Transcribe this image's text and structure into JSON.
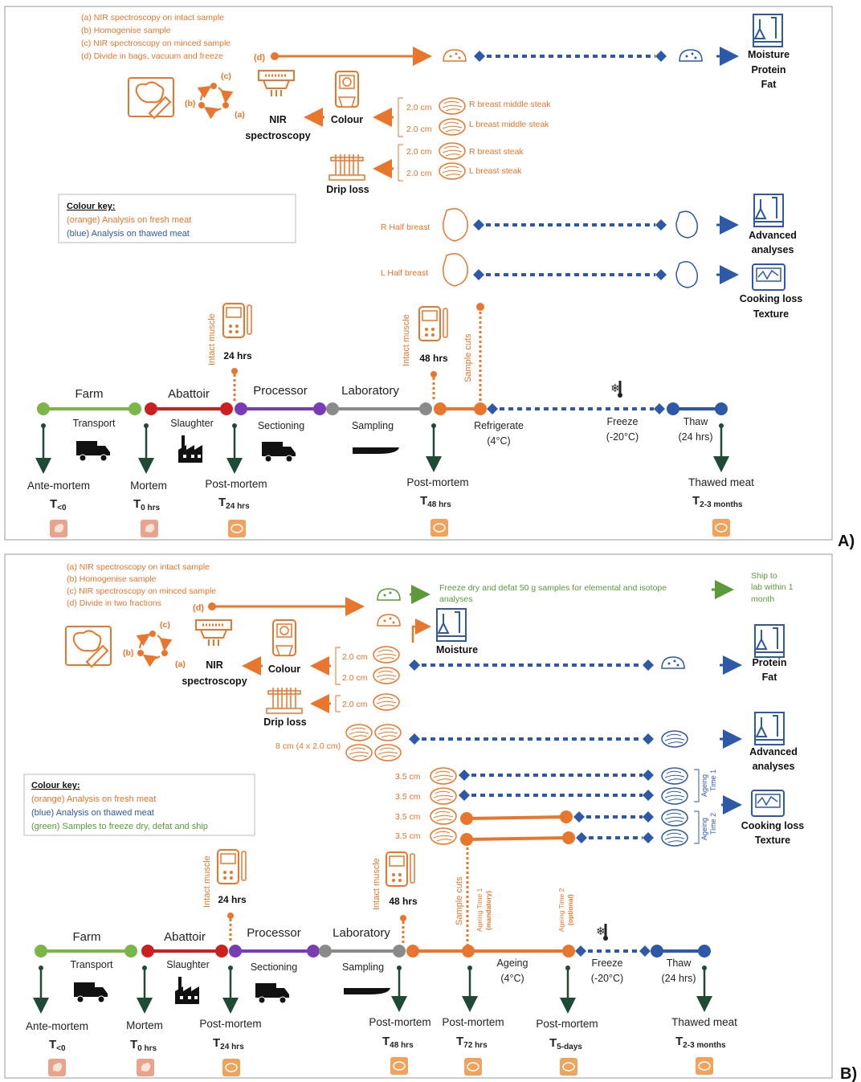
{
  "panels": [
    {
      "label": "A)",
      "legend_lines": [
        "(a) NIR spectroscopy on intact sample",
        "(b) Homogenise sample",
        "(c) NIR spectroscopy on minced sample",
        "(d) Divide in bags, vacuum and freeze"
      ],
      "d_label": "(d)",
      "moisture": [
        "Moisture",
        "Protein",
        "Fat"
      ],
      "nir": [
        "NIR",
        "spectroscopy"
      ],
      "colour": "Colour",
      "drip": "Drip loss",
      "cycle": {
        "a": "(a)",
        "b": "(b)",
        "c": "(c)"
      },
      "steaks": [
        {
          "thick": "2.0 cm",
          "name": "R breast middle steak"
        },
        {
          "thick": "2.0 cm",
          "name": "L breast middle steak"
        },
        {
          "thick": "2.0 cm",
          "name": "R breast steak"
        },
        {
          "thick": "2.0 cm",
          "name": "L breast steak"
        }
      ],
      "colour_key": {
        "title": "Colour key:",
        "lines": [
          "(orange) Analysis on fresh meat",
          "(blue) Analysis on thawed meat"
        ]
      },
      "halves": [
        "R Half breast",
        "L Half breast"
      ],
      "advanced": [
        "Advanced",
        "analyses"
      ],
      "cooking": [
        "Cooking loss",
        "Texture"
      ],
      "ph": [
        {
          "vert": "Intact muscle",
          "time": "24 hrs"
        },
        {
          "vert": "Intact muscle",
          "time": "48 hrs"
        }
      ],
      "sample_cuts": "Sample cuts",
      "stages": [
        "Farm",
        "Abattoir",
        "Processor",
        "Laboratory"
      ],
      "under": [
        "Transport",
        "Slaughter",
        "Sectioning",
        "Sampling"
      ],
      "refrigerate": [
        "Refrigerate",
        "(4°C)"
      ],
      "freeze": [
        "Freeze",
        "(-20°C)"
      ],
      "thaw": [
        "Thaw",
        "(24 hrs)"
      ],
      "bottom": [
        {
          "label": "Ante-mortem",
          "t": "T",
          "sub": "<0"
        },
        {
          "label": "Mortem",
          "t": "T",
          "sub": "0 hrs"
        },
        {
          "label": "Post-mortem",
          "t": "T",
          "sub": "24 hrs"
        },
        {
          "label": "Post-mortem",
          "t": "T",
          "sub": "48 hrs"
        },
        {
          "label": "Thawed meat",
          "t": "T",
          "sub": "2-3 months"
        }
      ]
    },
    {
      "label": "B)",
      "legend_lines": [
        "(a) NIR spectroscopy on intact sample",
        "(b) Homogenise sample",
        "(c) NIR spectroscopy on minced sample",
        "(d) Divide in two fractions"
      ],
      "d_label": "(d)",
      "green_text": [
        "Freeze dry and defat 50 g samples for elemental and isotope",
        "analyses"
      ],
      "ship": [
        "Ship to",
        "lab within 1",
        "month"
      ],
      "moisture": "Moisture",
      "protein_fat": [
        "Protein",
        "Fat"
      ],
      "nir": [
        "NIR",
        "spectroscopy"
      ],
      "colour": "Colour",
      "drip": "Drip loss",
      "cycle": {
        "a": "(a)",
        "b": "(b)",
        "c": "(c)"
      },
      "thick": [
        "2.0 cm",
        "2.0 cm",
        "2.0 cm"
      ],
      "eight": "8 cm (4 x 2.0 cm)",
      "ageing_cuts": [
        "3.5 cm",
        "3.5 cm",
        "3.5 cm",
        "3.5 cm"
      ],
      "ageing_t1": [
        "Ageing",
        "Time 1"
      ],
      "ageing_t2": [
        "Ageing",
        "Time 2"
      ],
      "colour_key": {
        "title": "Colour key:",
        "lines": [
          "(orange) Analysis on fresh meat",
          "(blue) Analysis on thawed meat",
          "(green) Samples to freeze dry, defat and ship"
        ]
      },
      "advanced": [
        "Advanced",
        "analyses"
      ],
      "cooking": [
        "Cooking loss",
        "Texture"
      ],
      "ph": [
        {
          "vert": "Intact muscle",
          "time": "24 hrs"
        },
        {
          "vert": "Intact muscle",
          "time": "48 hrs"
        }
      ],
      "sample_cuts": "Sample cuts",
      "age1": [
        "Ageing Time 1",
        "(mandatory)"
      ],
      "age2": [
        "Ageing Time 2",
        "(optional)"
      ],
      "stages": [
        "Farm",
        "Abattoir",
        "Processor",
        "Laboratory"
      ],
      "under": [
        "Transport",
        "Slaughter",
        "Sectioning",
        "Sampling"
      ],
      "ageing": [
        "Ageing",
        "(4°C)"
      ],
      "freeze": [
        "Freeze",
        "(-20°C)"
      ],
      "thaw": [
        "Thaw",
        "(24 hrs)"
      ],
      "bottom": [
        {
          "label": "Ante-mortem",
          "t": "T",
          "sub": "<0"
        },
        {
          "label": "Mortem",
          "t": "T",
          "sub": "0 hrs"
        },
        {
          "label": "Post-mortem",
          "t": "T",
          "sub": "24 hrs"
        },
        {
          "label": "Post-mortem",
          "t": "T",
          "sub": "48 hrs"
        },
        {
          "label": "Post-mortem",
          "t": "T",
          "sub": "72 hrs"
        },
        {
          "label": "Post-mortem",
          "t": "T",
          "sub": "5-days"
        },
        {
          "label": "Thawed meat",
          "t": "T",
          "sub": "2-3 months"
        }
      ]
    }
  ]
}
